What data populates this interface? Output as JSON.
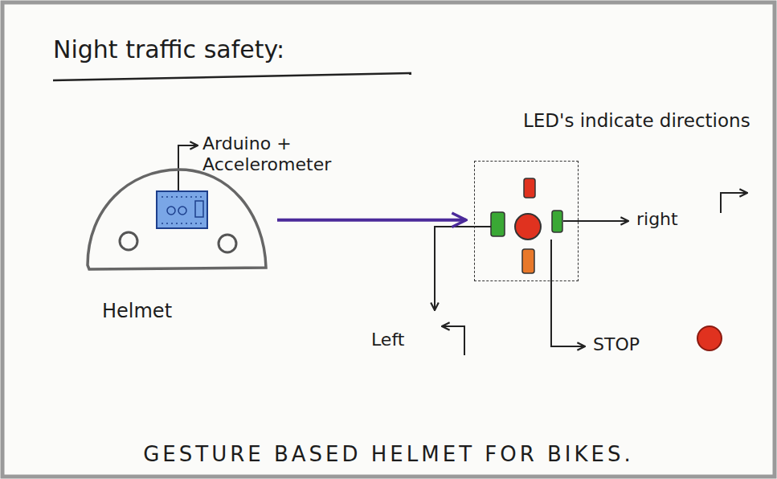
{
  "diagram": {
    "title": "Night traffic safety:",
    "caption": "GESTURE BASED HELMET FOR BIKES.",
    "nodes": [
      {
        "text": [
          "Helmet"
        ]
      },
      {
        "text": [
          "LED's indicate directions"
        ]
      }
    ],
    "edges": [
      {
        "from": 0,
        "to": 1,
        "arrow": "to"
      }
    ],
    "labels": [
      "Arduino + Accelerometer",
      "right",
      "Left",
      "STOP"
    ]
  }
}
